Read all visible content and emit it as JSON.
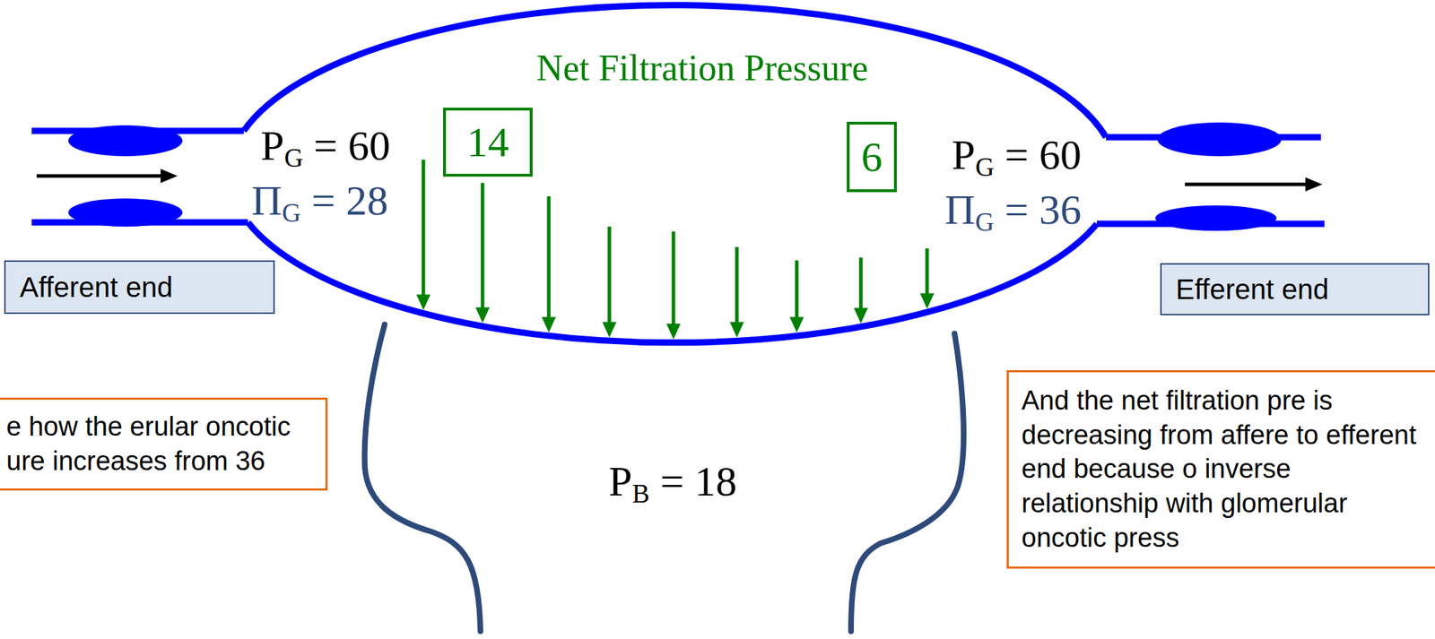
{
  "diagram": {
    "nodes": [
      {
        "text": [
          "Net Filtration Pressure",
          "PG = 60",
          "ΠG = 28",
          "PG = 60",
          "ΠG = 36"
        ]
      },
      {
        "text": [
          "14"
        ],
        "in": 0
      },
      {
        "text": [
          "6"
        ],
        "in": 0
      },
      {
        "text": [
          "Afferent end"
        ]
      },
      {
        "text": [
          "Efferent end"
        ]
      },
      {
        "text": [
          "e how the erular oncotic ure increases from 36"
        ]
      },
      {
        "text": [
          "And the net filtration pre is decreasing from affere to efferent end because o inverse relationship with glomerular oncotic press"
        ]
      }
    ],
    "labels": [
      "PB = 18"
    ]
  }
}
